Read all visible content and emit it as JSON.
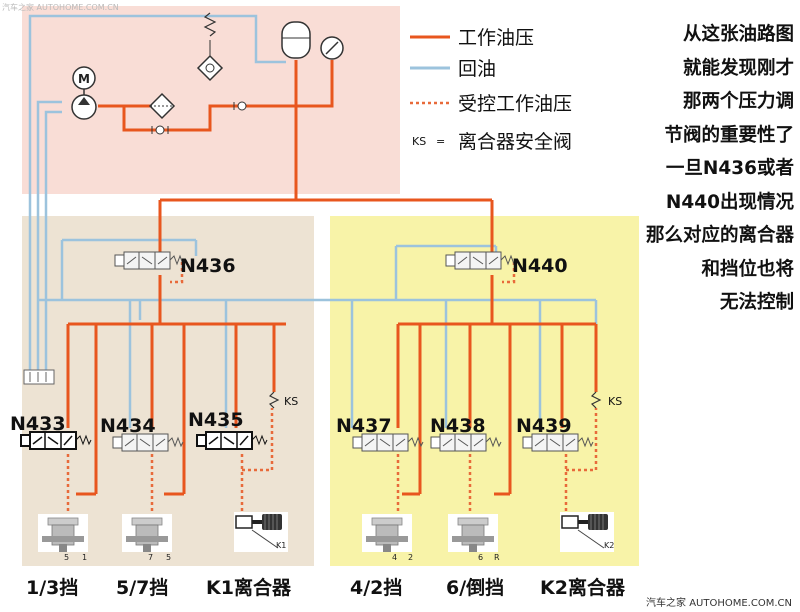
{
  "legend": {
    "work_pressure": "工作油压",
    "return_oil": "回油",
    "controlled_pressure": "受控工作油压",
    "ks_symbol": "KS",
    "ks_equals": "=",
    "ks_meaning": "离合器安全阀"
  },
  "side_note": [
    "从这张油路图",
    "就能发现刚才",
    "那两个压力调",
    "节阀的重要性了",
    "一旦N436或者",
    "N440出现情况",
    "那么对应的离合器",
    "和挡位也将",
    "无法控制"
  ],
  "regulators": {
    "left": "N436",
    "right": "N440"
  },
  "valves": [
    "N433",
    "N434",
    "N435",
    "N437",
    "N438",
    "N439"
  ],
  "ks_labels": [
    "KS",
    "KS"
  ],
  "motor": "M",
  "actuator_marks": [
    "5",
    "1",
    "7",
    "5",
    "K1",
    "4",
    "2",
    "6",
    "R",
    "K2"
  ],
  "bottom_labels": [
    "1/3挡",
    "5/7挡",
    "K1离合器",
    "4/2挡",
    "6/倒挡",
    "K2离合器"
  ],
  "watermark_top": "汽车之家 AUTOHOME.COM.CN",
  "watermark_bottom": "汽车之家 AUTOHOME.COM.CN",
  "colors": {
    "work_pressure": "#e8561e",
    "return_oil": "#9cc3dd",
    "controlled_pressure": "#e86a3a",
    "pink_zone": "#f9ddd6",
    "tan_zone": "#ede3d3",
    "yellow_zone": "#f8f3a8"
  }
}
